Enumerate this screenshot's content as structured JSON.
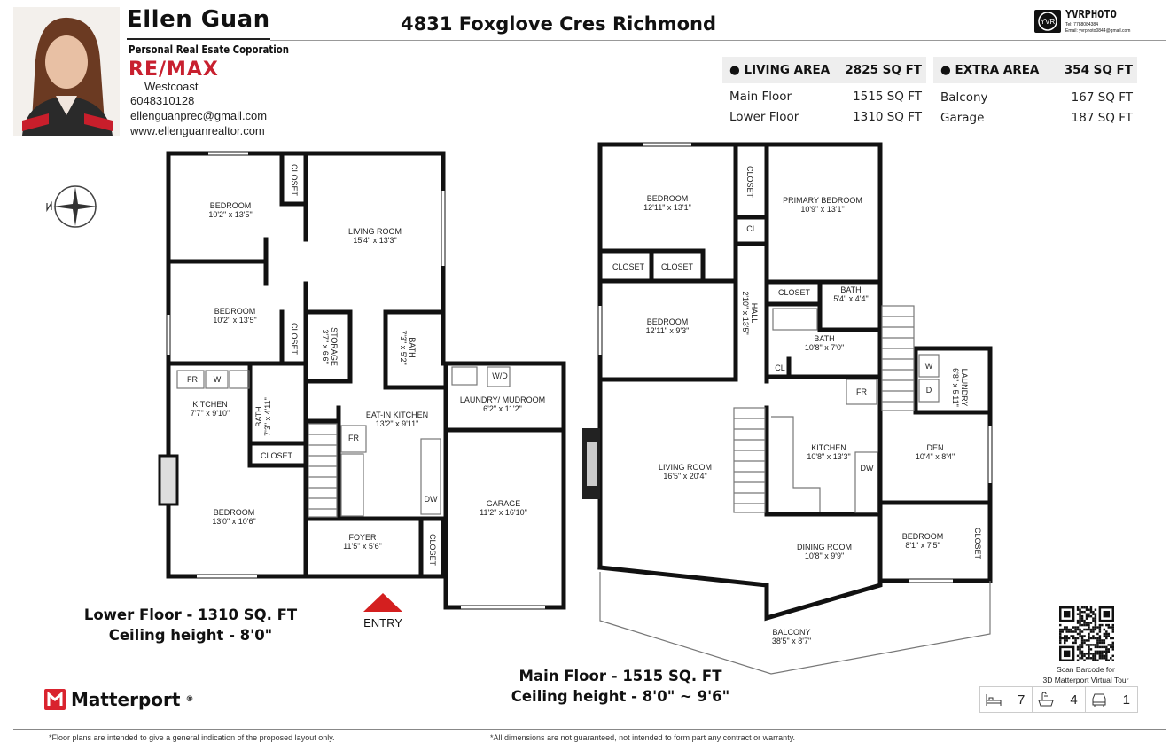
{
  "agent": {
    "name": "Ellen Guan",
    "title": "Personal Real Esate Coporation",
    "brokerage": "RE/MAX",
    "office": "Westcoast",
    "phone": "6048310128",
    "email": "ellenguanprec@gmail.com",
    "website": "www.ellenguanrealtor.com"
  },
  "property": {
    "address": "4831 Foxglove Cres Richmond"
  },
  "photographer": {
    "name": "YVRPHOTO",
    "logo_text": "YVR",
    "tel": "Tel: 7788084384",
    "email": "Email: yvrphoto0844@gmail.com"
  },
  "areas": {
    "living": {
      "label": "LIVING AREA",
      "total": "2825 SQ FT",
      "rows": [
        {
          "label": "Main Floor",
          "value": "1515 SQ FT"
        },
        {
          "label": "Lower Floor",
          "value": "1310 SQ FT"
        }
      ]
    },
    "extra": {
      "label": "EXTRA AREA",
      "total": "354 SQ FT",
      "rows": [
        {
          "label": "Balcony",
          "value": "167 SQ FT"
        },
        {
          "label": "Garage",
          "value": "187 SQ FT"
        }
      ]
    }
  },
  "lower_floor": {
    "caption": "Lower Floor - 1310 SQ. FT",
    "ceiling": "Ceiling height - 8'0\"",
    "entry": "ENTRY",
    "rooms": [
      {
        "name": "BEDROOM",
        "dims": "10'2\" x 13'5\""
      },
      {
        "name": "CLOSET"
      },
      {
        "name": "LIVING ROOM",
        "dims": "15'4\" x 13'3\""
      },
      {
        "name": "BEDROOM",
        "dims": "10'2\" x 13'5\""
      },
      {
        "name": "CLOSET"
      },
      {
        "name": "STORAGE",
        "dims": "3'7\" x 6'6\""
      },
      {
        "name": "BATH",
        "dims": "7'3\" x 5'2\""
      },
      {
        "name": "KITCHEN",
        "dims": "7'7\" x 9'10\""
      },
      {
        "name": "BATH",
        "dims": "7'3\" x 4'11\""
      },
      {
        "name": "CLOSET"
      },
      {
        "name": "BEDROOM",
        "dims": "13'0\" x 10'6\""
      },
      {
        "name": "EAT-IN KITCHEN",
        "dims": "13'2\" x 9'11\""
      },
      {
        "name": "LAUNDRY/ MUDROOM",
        "dims": "6'2\" x 11'2\""
      },
      {
        "name": "GARAGE",
        "dims": "11'2\" x 16'10\""
      },
      {
        "name": "FOYER",
        "dims": "11'5\" x 5'6\""
      },
      {
        "name": "CLOSET"
      },
      {
        "name": "FR"
      },
      {
        "name": "W"
      },
      {
        "name": "FR"
      },
      {
        "name": "DW"
      },
      {
        "name": "W/D"
      }
    ]
  },
  "main_floor": {
    "caption": "Main Floor - 1515 SQ. FT",
    "ceiling": "Ceiling height - 8'0\" ~ 9'6\"",
    "rooms": [
      {
        "name": "BEDROOM",
        "dims": "12'11\" x 13'1\""
      },
      {
        "name": "CLOSET"
      },
      {
        "name": "CL"
      },
      {
        "name": "PRIMARY BEDROOM",
        "dims": "10'9\" x 13'1\""
      },
      {
        "name": "CLOSET"
      },
      {
        "name": "CLOSET"
      },
      {
        "name": "BEDROOM",
        "dims": "12'11\" x 9'3\""
      },
      {
        "name": "HALL",
        "dims": "2'10\" x 13'5\""
      },
      {
        "name": "CLOSET"
      },
      {
        "name": "BATH",
        "dims": "5'4\" x 4'4\""
      },
      {
        "name": "BATH",
        "dims": "10'8\" x 7'0\""
      },
      {
        "name": "CL"
      },
      {
        "name": "FR"
      },
      {
        "name": "W"
      },
      {
        "name": "D"
      },
      {
        "name": "LAUNDRY",
        "dims": "6'8\" x 5'11\""
      },
      {
        "name": "KITCHEN",
        "dims": "10'8\" x 13'3\""
      },
      {
        "name": "DW"
      },
      {
        "name": "LIVING ROOM",
        "dims": "16'5\" x 20'4\""
      },
      {
        "name": "DEN",
        "dims": "10'4\" x 8'4\""
      },
      {
        "name": "BEDROOM",
        "dims": "8'1\" x 7'5\""
      },
      {
        "name": "CLOSET"
      },
      {
        "name": "DINING ROOM",
        "dims": "10'8\" x 9'9\""
      },
      {
        "name": "BALCONY",
        "dims": "38'5\" x 8'7\""
      }
    ]
  },
  "tour": {
    "line1": "Scan Barcode for",
    "line2": "3D Matterport Virtual Tour"
  },
  "stats": {
    "bedrooms": "7",
    "bathrooms": "4",
    "parking": "1",
    "icons": [
      "bed-icon",
      "bathtub-icon",
      "car-icon"
    ]
  },
  "brand": {
    "name": "Matterport",
    "mark": "®",
    "color": "#d9232e"
  },
  "colors": {
    "remax_red": "#c8202f",
    "entry_arrow": "#d41f1f",
    "area_header_bg": "#eeeeee"
  },
  "footer": {
    "note_left": "*Floor plans are intended to give a general indication of the proposed layout only.",
    "note_right": "*All dimensions are not guaranteed, not intended to form part any contract or warranty."
  }
}
